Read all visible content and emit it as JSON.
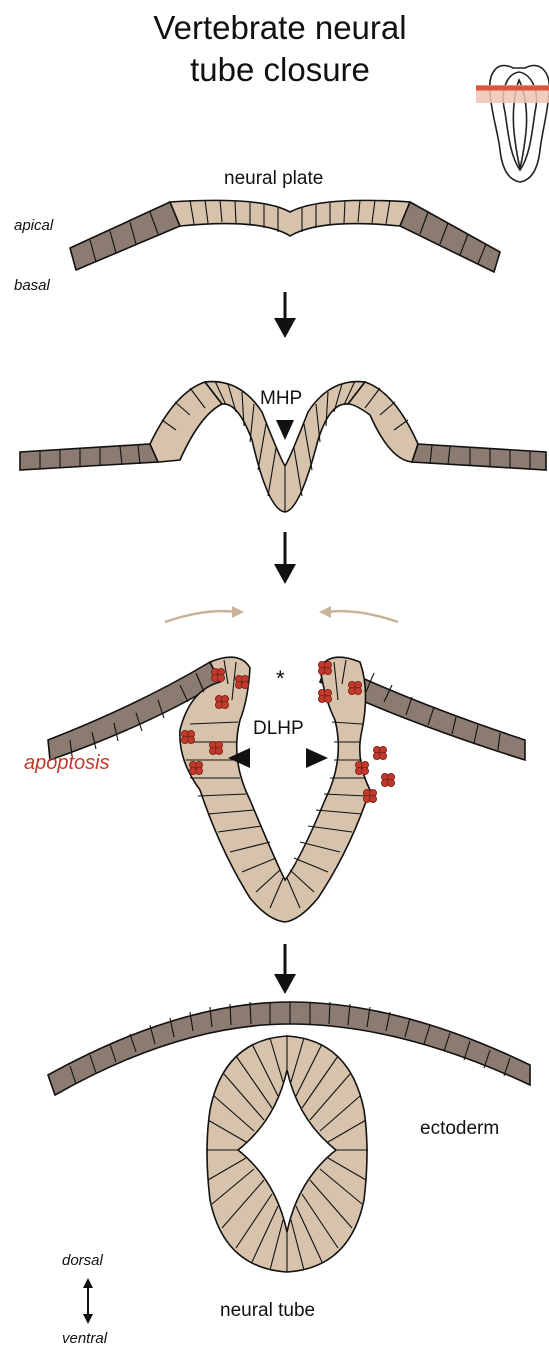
{
  "title": {
    "line1": "Vertebrate neural",
    "line2": "tube closure"
  },
  "labels": {
    "neural_plate": "neural plate",
    "apical": "apical",
    "basal": "basal",
    "mhp": "MHP",
    "asterisk": "*",
    "dlhp": "DLHP",
    "apoptosis": "apoptosis",
    "ectoderm": "ectoderm",
    "neural_tube": "neural tube",
    "dorsal": "dorsal",
    "ventral": "ventral"
  },
  "colors": {
    "ectoderm_cell": "#8b7b70",
    "neural_cell": "#d7c3ab",
    "outline": "#111111",
    "apoptotic_cell": "#c0392b",
    "movement_arrow": "#c9b39a",
    "section_marker": "#d9583a"
  }
}
